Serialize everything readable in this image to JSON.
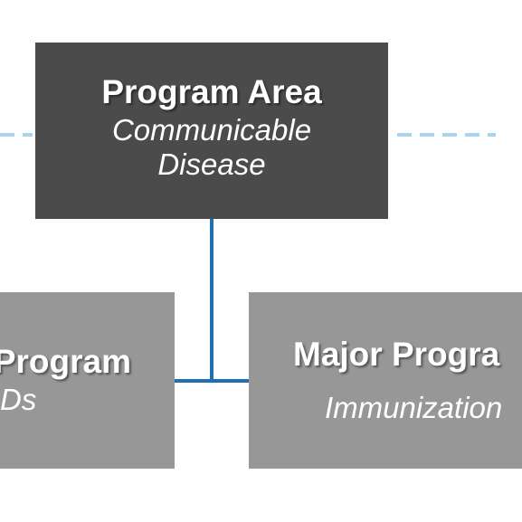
{
  "top": {
    "title": "Program Area",
    "subtitle_line1": "Communicable",
    "subtitle_line2": "Disease"
  },
  "left": {
    "title": "Program",
    "subtitle": "Ds"
  },
  "right": {
    "title": "Major Progra",
    "subtitle": "Immunization"
  },
  "colors": {
    "top_box": "#4b4b4b",
    "child_box": "#979797",
    "connector": "#1f6fb2",
    "dashed_link": "#a9d3f2"
  }
}
